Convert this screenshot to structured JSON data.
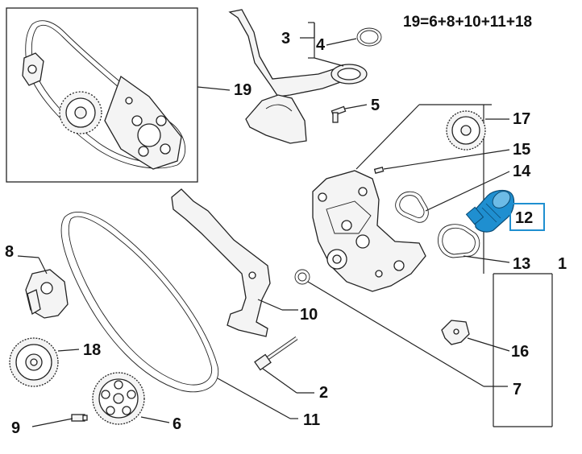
{
  "diagram": {
    "formula": "19=6+8+10+11+18",
    "highlight_color": "#1f8fd0",
    "callouts": [
      {
        "id": "c1",
        "label": "1"
      },
      {
        "id": "c2",
        "label": "2"
      },
      {
        "id": "c3",
        "label": "3"
      },
      {
        "id": "c4",
        "label": "4"
      },
      {
        "id": "c5",
        "label": "5"
      },
      {
        "id": "c6",
        "label": "6"
      },
      {
        "id": "c7",
        "label": "7"
      },
      {
        "id": "c8",
        "label": "8"
      },
      {
        "id": "c9",
        "label": "9"
      },
      {
        "id": "c10",
        "label": "10"
      },
      {
        "id": "c11",
        "label": "11"
      },
      {
        "id": "c12",
        "label": "12"
      },
      {
        "id": "c13",
        "label": "13"
      },
      {
        "id": "c14",
        "label": "14"
      },
      {
        "id": "c15",
        "label": "15"
      },
      {
        "id": "c16",
        "label": "16"
      },
      {
        "id": "c17",
        "label": "17"
      },
      {
        "id": "c18",
        "label": "18"
      },
      {
        "id": "c19",
        "label": "19"
      }
    ]
  }
}
